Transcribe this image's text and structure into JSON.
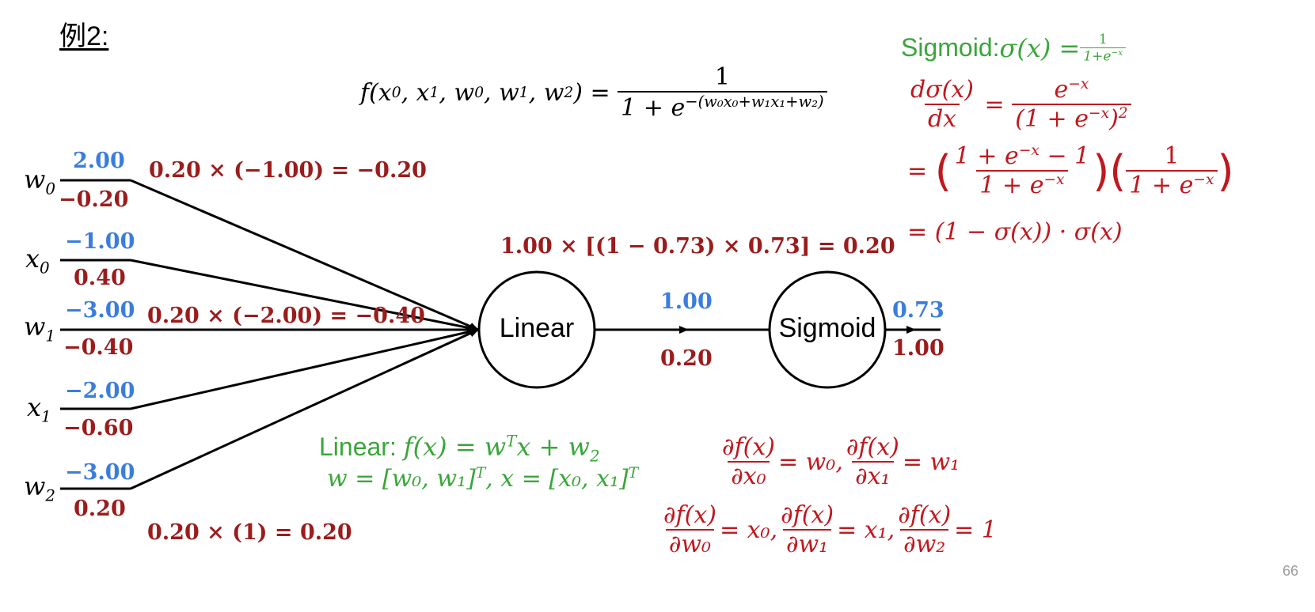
{
  "slide": {
    "title": "例2:",
    "page_number": "66"
  },
  "nodes": {
    "linear": "Linear",
    "sigmoid": "Sigmoid"
  },
  "inputs": [
    {
      "name": "w",
      "sub": "0",
      "forward": "2.00",
      "backward": "−0.20"
    },
    {
      "name": "x",
      "sub": "0",
      "forward": "−1.00",
      "backward": "0.40"
    },
    {
      "name": "w",
      "sub": "1",
      "forward": "−3.00",
      "backward": "−0.40"
    },
    {
      "name": "x",
      "sub": "1",
      "forward": "−2.00",
      "backward": "−0.60"
    },
    {
      "name": "w",
      "sub": "2",
      "forward": "−3.00",
      "backward": "0.20"
    }
  ],
  "edges": {
    "linear_to_sigmoid": {
      "forward": "1.00",
      "backward": "0.20"
    },
    "sigmoid_out": {
      "forward": "0.73",
      "backward": "1.00"
    }
  },
  "annotations": {
    "grad_w0": "0.20 × (−1.00) = −0.20",
    "grad_w1": "0.20 × (−2.00) = −0.40",
    "grad_w2": "0.20 × (1) = 0.20",
    "grad_sigmoid": "1.00 × [(1 − 0.73) × 0.73] = 0.20"
  },
  "formulas": {
    "f_lhs": "f(x",
    "f_numerator": "1",
    "f_den_prefix": "1 + e",
    "f_den_exponent": "−(w₀x₀+w₁x₁+w₂)",
    "sigmoid_label": "Sigmoid: ",
    "sigmoid_def": "σ(x) = ",
    "sigmoid_def_num": "1",
    "sigmoid_def_den": "1+e",
    "sigmoid_def_den_exp": "−x",
    "deriv_num": "dσ(x)",
    "deriv_den": "dx",
    "deriv_rhs_num": "e",
    "deriv_rhs_num_exp": "−x",
    "deriv_rhs_den": "(1 + e",
    "deriv_rhs_den_exp": "−x",
    "deriv_rhs_den_tail": ")",
    "deriv_rhs_den_sq": "2",
    "step2_num_a": "1 + e",
    "step2_num_exp": "−x",
    "step2_num_b": " − 1",
    "step2_den": "1 + e",
    "step2_den_exp": "−x",
    "step2_num2": "1",
    "step2_den2": "1 + e",
    "step2_den2_exp": "−x",
    "step3": "(1 − σ(x)) · σ(x)",
    "linear_label": "Linear: ",
    "linear_def": "f(x) = w",
    "linear_def_T": "T",
    "linear_def_tail": "x + w",
    "linear_def_sub": "2",
    "linear_w_def": "w = [w₀, w₁]",
    "linear_w_T": "T",
    "linear_x_def": ", x = [x₀, x₁]",
    "linear_x_T": "T",
    "partial_num": "∂f(x)",
    "partial_x0_den": "∂x₀",
    "partial_x0_val": " = w₀,",
    "partial_x1_den": "∂x₁",
    "partial_x1_val": " = w₁",
    "partial_w0_den": "∂w₀",
    "partial_w0_val": " = x₀,",
    "partial_w1_den": "∂w₁",
    "partial_w1_val": " = x₁,",
    "partial_w2_den": "∂w₂",
    "partial_w2_val": " = 1"
  },
  "colors": {
    "forward": "#3b7ddd",
    "backward": "#9b1c1c",
    "derivation": "#c0181f",
    "definition": "#3aa63a"
  }
}
